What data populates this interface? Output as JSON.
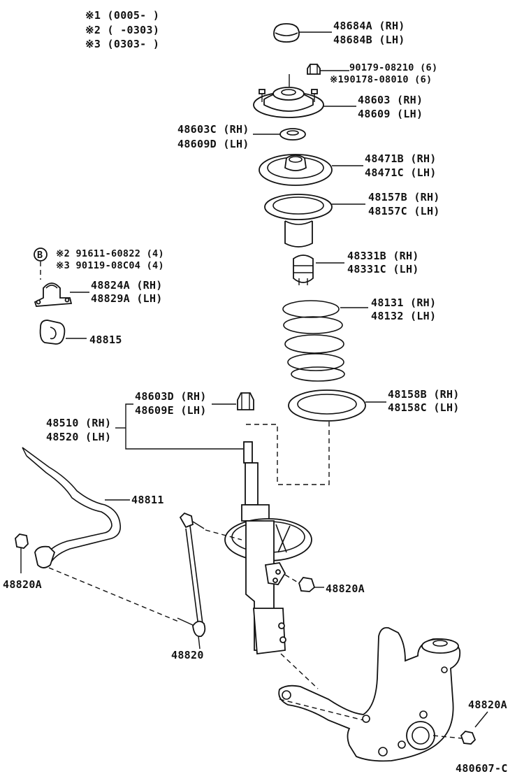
{
  "notes": [
    "※1 (0005-        )",
    "※2 (        -0303)",
    "※3 (0303-        )"
  ],
  "labels": {
    "l48684": [
      "48684A (RH)",
      "48684B (LH)"
    ],
    "l90179": [
      "90179-08210 (6)",
      "※190178-08010 (6)"
    ],
    "l48603": [
      "48603 (RH)",
      "48609 (LH)"
    ],
    "l48603C": [
      "48603C (RH)",
      "48609D (LH)"
    ],
    "l48471": [
      "48471B (RH)",
      "48471C (LH)"
    ],
    "l48157": [
      "48157B (RH)",
      "48157C (LH)"
    ],
    "l48331": [
      "48331B (RH)",
      "48331C (LH)"
    ],
    "l48131": [
      "48131 (RH)",
      "48132 (LH)"
    ],
    "l48158": [
      "48158B (RH)",
      "48158C (LH)"
    ],
    "bolts_b": [
      "※2 91611-60822 (4)",
      "※3 90119-08C04 (4)"
    ],
    "b_marker": "B",
    "l48824": [
      "48824A (RH)",
      "48829A (LH)"
    ],
    "l48815": "48815",
    "l48603D": [
      "48603D (RH)",
      "48609E (LH)"
    ],
    "l48510": [
      "48510 (RH)",
      "48520 (LH)"
    ],
    "l48811": "48811",
    "l48820A_left": "48820A",
    "l48820A_mid": "48820A",
    "l48820": "48820",
    "l48820A_right": "48820A",
    "code": "480607-C"
  }
}
